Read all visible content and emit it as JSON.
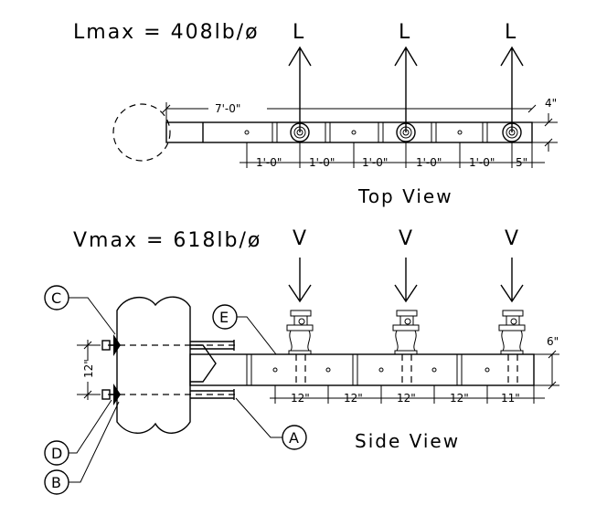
{
  "top_view": {
    "title": "Top View",
    "load_formula": "Lmax = 408lb/ø",
    "load_labels": [
      "L",
      "L",
      "L"
    ],
    "overall_length": "7'-0\"",
    "width": "4\"",
    "spacings": [
      "1'-0\"",
      "1'-0\"",
      "1'-0\"",
      "1'-0\"",
      "1'-0\"",
      "5\""
    ]
  },
  "side_view": {
    "title": "Side View",
    "load_formula": "Vmax = 618lb/ø",
    "load_labels": [
      "V",
      "V",
      "V"
    ],
    "depth": "6\"",
    "bolt_spacing": "12\"",
    "spacings": [
      "12\"",
      "12\"",
      "12\"",
      "12\"",
      "11\""
    ]
  },
  "callouts": [
    "C",
    "E",
    "A",
    "D",
    "B"
  ]
}
